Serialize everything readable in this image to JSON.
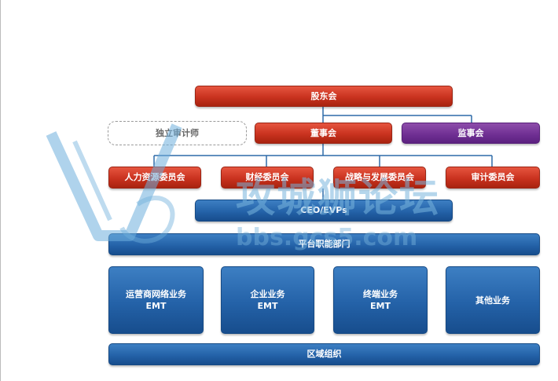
{
  "nodes": {
    "shareholders": "股东会",
    "auditor": "独立审计师",
    "board": "董事会",
    "supervisors": "监事会",
    "hr_committee": "人力资源委员会",
    "finance_committee": "财经委员会",
    "strategy_committee": "战略与发展委员会",
    "audit_committee": "审计委员会",
    "ceo": "CEO/EVPs",
    "platform": "平台职能部门",
    "carrier_line1": "运营商网络业务",
    "carrier_line2": "EMT",
    "enterprise_line1": "企业业务",
    "enterprise_line2": "EMT",
    "consumer_line1": "终端业务",
    "consumer_line2": "EMT",
    "other": "其他业务",
    "regional": "区域组织"
  },
  "watermark": {
    "title": "攻城狮论坛",
    "url": "bbs.gcs5.com"
  },
  "colors": {
    "red": "#c9321f",
    "purple": "#6e2e92",
    "blue": "#2462a8",
    "connector": "#2d6aa8"
  }
}
